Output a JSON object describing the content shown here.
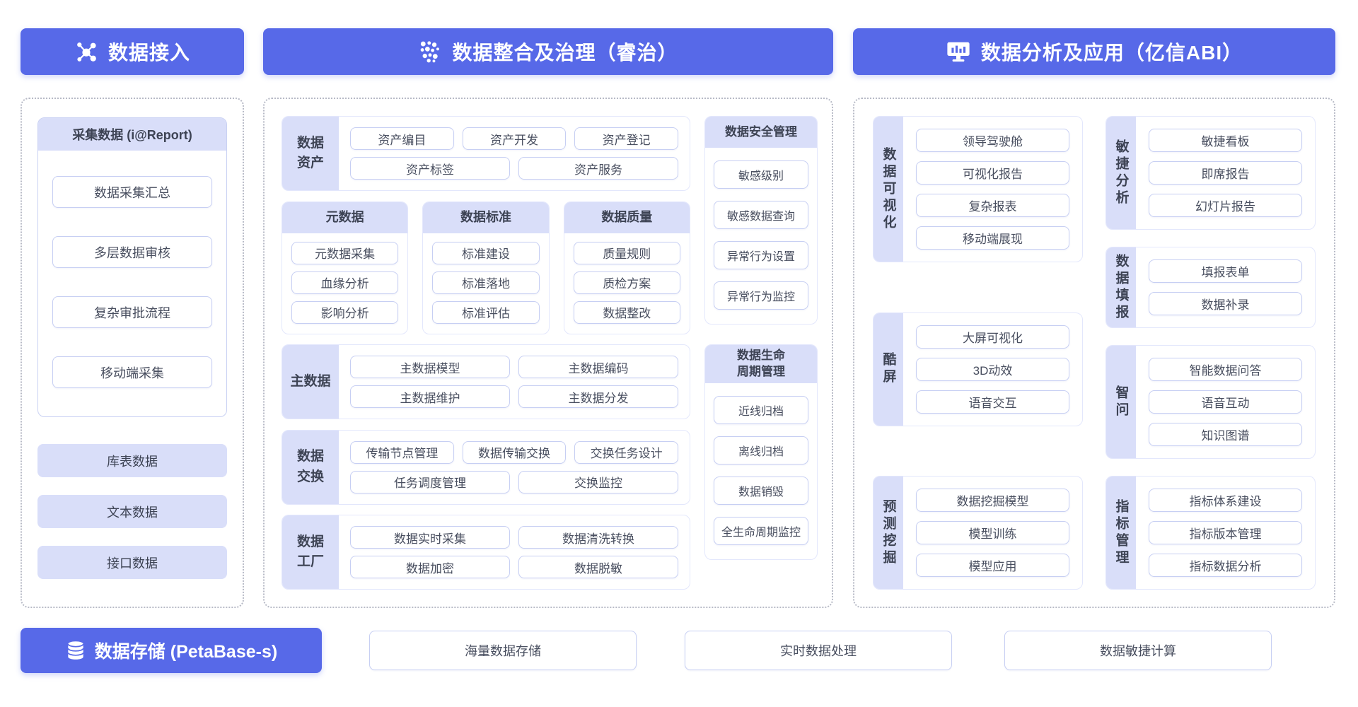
{
  "colors": {
    "accent": "#5769e8",
    "band_fill": "#d9def9",
    "box_border": "#c7cff3"
  },
  "headers": [
    {
      "label": "数据接入",
      "icon": "network-icon"
    },
    {
      "label": "数据整合及治理（睿治）",
      "icon": "dots-icon"
    },
    {
      "label": "数据分析及应用（亿信ABI）",
      "icon": "monitor-chart-icon"
    }
  ],
  "left_panel": {
    "collect": {
      "title": "采集数据 (i@Report)",
      "items": [
        "数据采集汇总",
        "多层数据审核",
        "复杂审批流程",
        "移动端采集"
      ]
    },
    "sources": [
      "库表数据",
      "文本数据",
      "接口数据"
    ]
  },
  "middle_panel": {
    "asset_row": {
      "label": "数据\n资产",
      "row1": [
        "资产编目",
        "资产开发",
        "资产登记"
      ],
      "row2": [
        "资产标签",
        "资产服务"
      ]
    },
    "meta_box": {
      "title": "元数据",
      "items": [
        "元数据采集",
        "血缘分析",
        "影响分析"
      ]
    },
    "standard_box": {
      "title": "数据标准",
      "items": [
        "标准建设",
        "标准落地",
        "标准评估"
      ]
    },
    "quality_box": {
      "title": "数据质量",
      "items": [
        "质量规则",
        "质检方案",
        "数据整改"
      ]
    },
    "master_row": {
      "label": "主数据",
      "row1": [
        "主数据模型",
        "主数据编码"
      ],
      "row2": [
        "主数据维护",
        "主数据分发"
      ]
    },
    "exchange_row": {
      "label": "数据\n交换",
      "row1": [
        "传输节点管理",
        "数据传输交换",
        "交换任务设计"
      ],
      "row2": [
        "任务调度管理",
        "交换监控"
      ]
    },
    "factory_row": {
      "label": "数据\n工厂",
      "row1": [
        "数据实时采集",
        "数据清洗转换"
      ],
      "row2": [
        "数据加密",
        "数据脱敏"
      ]
    },
    "security_box": {
      "title": "数据安全管理",
      "items": [
        "敏感级别",
        "敏感数据查询",
        "异常行为设置",
        "异常行为监控"
      ]
    },
    "lifecycle_box": {
      "title": "数据生命\n周期管理",
      "items": [
        "近线归档",
        "离线归档",
        "数据销毁",
        "全生命周期监控"
      ]
    }
  },
  "right_panel": {
    "col1": [
      {
        "label": "数据可视化",
        "items": [
          "领导驾驶舱",
          "可视化报告",
          "复杂报表",
          "移动端展现"
        ]
      },
      {
        "label": "酷屏",
        "items": [
          "大屏可视化",
          "3D动效",
          "语音交互"
        ]
      },
      {
        "label": "预测挖掘",
        "items": [
          "数据挖掘模型",
          "模型训练",
          "模型应用"
        ]
      }
    ],
    "col2": [
      {
        "label": "敏捷分析",
        "items": [
          "敏捷看板",
          "即席报告",
          "幻灯片报告"
        ]
      },
      {
        "label": "数据填报",
        "items": [
          "填报表单",
          "数据补录"
        ]
      },
      {
        "label": "智问",
        "items": [
          "智能数据问答",
          "语音互动",
          "知识图谱"
        ]
      },
      {
        "label": "指标管理",
        "items": [
          "指标体系建设",
          "指标版本管理",
          "指标数据分析"
        ]
      }
    ]
  },
  "bottom": {
    "storage_label": "数据存储 (PetaBase-s)",
    "storage_icon": "database-icon",
    "items": [
      "海量数据存储",
      "实时数据处理",
      "数据敏捷计算"
    ]
  }
}
